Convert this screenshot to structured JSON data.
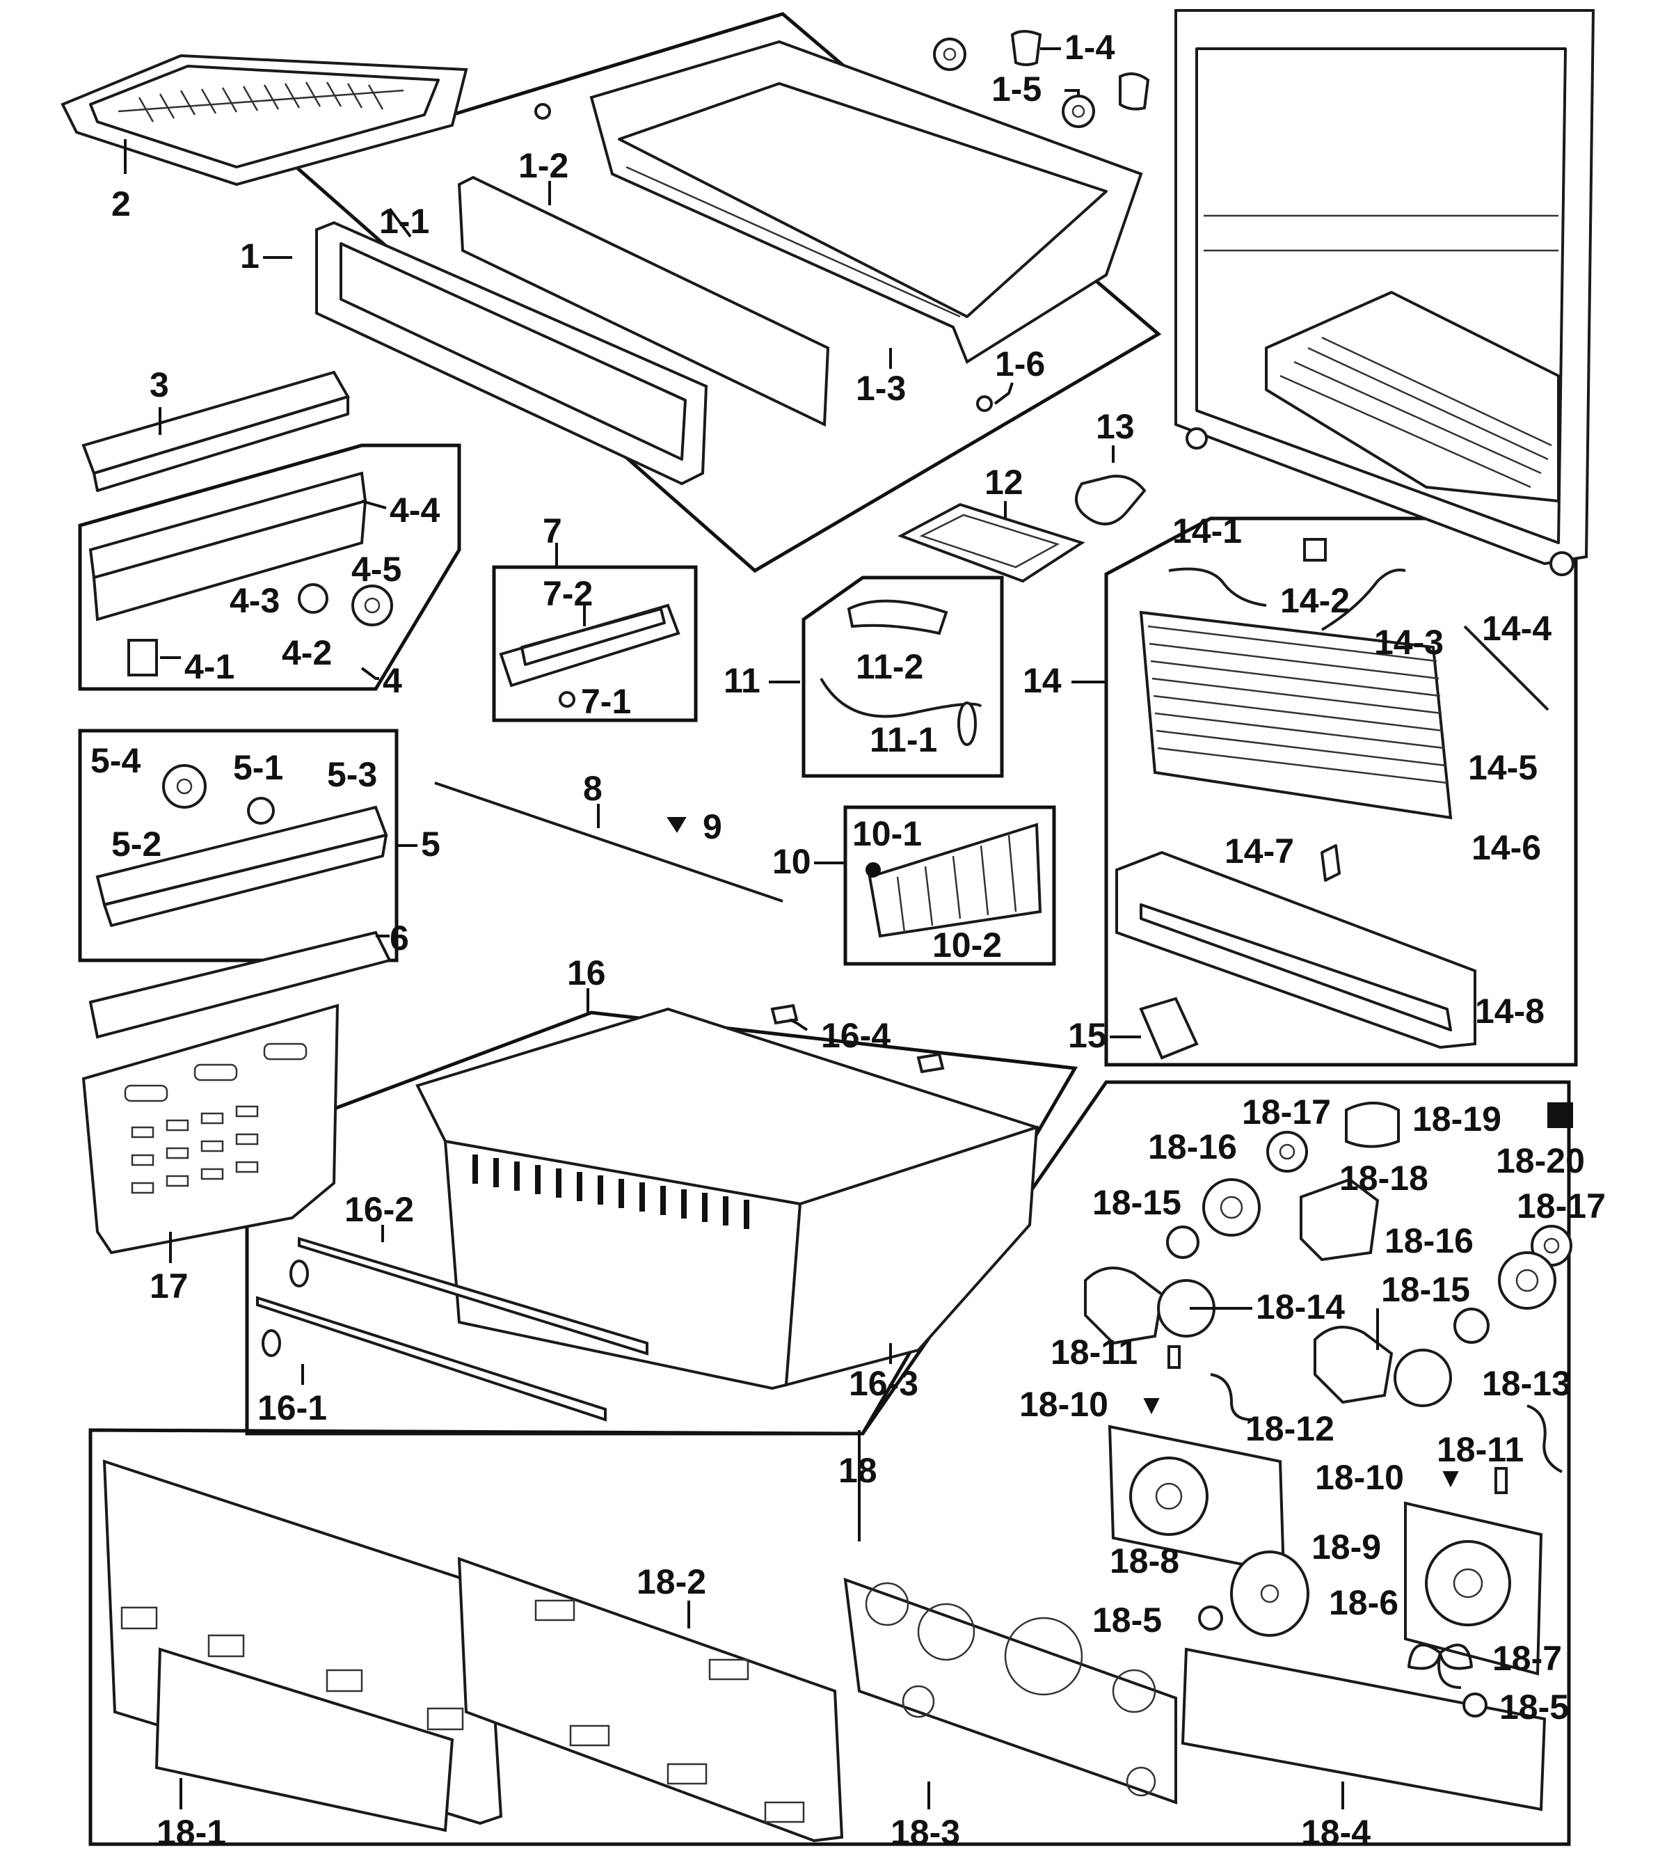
{
  "labels": [
    {
      "id": "2",
      "text": "2"
    },
    {
      "id": "1",
      "text": "1"
    },
    {
      "id": "1-1",
      "text": "1-1"
    },
    {
      "id": "1-2",
      "text": "1-2"
    },
    {
      "id": "1-3",
      "text": "1-3"
    },
    {
      "id": "1-4",
      "text": "1-4"
    },
    {
      "id": "1-5",
      "text": "1-5"
    },
    {
      "id": "1-6",
      "text": "1-6"
    },
    {
      "id": "3",
      "text": "3"
    },
    {
      "id": "4",
      "text": "4"
    },
    {
      "id": "4-1",
      "text": "4-1"
    },
    {
      "id": "4-2",
      "text": "4-2"
    },
    {
      "id": "4-3",
      "text": "4-3"
    },
    {
      "id": "4-4",
      "text": "4-4"
    },
    {
      "id": "4-5",
      "text": "4-5"
    },
    {
      "id": "5",
      "text": "5"
    },
    {
      "id": "5-1",
      "text": "5-1"
    },
    {
      "id": "5-2",
      "text": "5-2"
    },
    {
      "id": "5-3",
      "text": "5-3"
    },
    {
      "id": "5-4",
      "text": "5-4"
    },
    {
      "id": "6",
      "text": "6"
    },
    {
      "id": "7",
      "text": "7"
    },
    {
      "id": "7-1",
      "text": "7-1"
    },
    {
      "id": "7-2",
      "text": "7-2"
    },
    {
      "id": "8",
      "text": "8"
    },
    {
      "id": "9",
      "text": "9"
    },
    {
      "id": "10",
      "text": "10"
    },
    {
      "id": "10-1",
      "text": "10-1"
    },
    {
      "id": "10-2",
      "text": "10-2"
    },
    {
      "id": "11",
      "text": "11"
    },
    {
      "id": "11-1",
      "text": "11-1"
    },
    {
      "id": "11-2",
      "text": "11-2"
    },
    {
      "id": "12",
      "text": "12"
    },
    {
      "id": "13",
      "text": "13"
    },
    {
      "id": "14",
      "text": "14"
    },
    {
      "id": "14-1",
      "text": "14-1"
    },
    {
      "id": "14-2",
      "text": "14-2"
    },
    {
      "id": "14-3",
      "text": "14-3"
    },
    {
      "id": "14-4",
      "text": "14-4"
    },
    {
      "id": "14-5",
      "text": "14-5"
    },
    {
      "id": "14-6",
      "text": "14-6"
    },
    {
      "id": "14-7",
      "text": "14-7"
    },
    {
      "id": "14-8",
      "text": "14-8"
    },
    {
      "id": "15",
      "text": "15"
    },
    {
      "id": "16",
      "text": "16"
    },
    {
      "id": "16-1",
      "text": "16-1"
    },
    {
      "id": "16-2",
      "text": "16-2"
    },
    {
      "id": "16-3",
      "text": "16-3"
    },
    {
      "id": "16-4",
      "text": "16-4"
    },
    {
      "id": "17",
      "text": "17"
    },
    {
      "id": "18",
      "text": "18"
    },
    {
      "id": "18-1",
      "text": "18-1"
    },
    {
      "id": "18-2",
      "text": "18-2"
    },
    {
      "id": "18-3",
      "text": "18-3"
    },
    {
      "id": "18-4",
      "text": "18-4"
    },
    {
      "id": "18-5a",
      "text": "18-5"
    },
    {
      "id": "18-5b",
      "text": "18-5"
    },
    {
      "id": "18-6",
      "text": "18-6"
    },
    {
      "id": "18-7",
      "text": "18-7"
    },
    {
      "id": "18-8",
      "text": "18-8"
    },
    {
      "id": "18-9",
      "text": "18-9"
    },
    {
      "id": "18-10a",
      "text": "18-10"
    },
    {
      "id": "18-10b",
      "text": "18-10"
    },
    {
      "id": "18-11a",
      "text": "18-11"
    },
    {
      "id": "18-11b",
      "text": "18-11"
    },
    {
      "id": "18-12",
      "text": "18-12"
    },
    {
      "id": "18-13",
      "text": "18-13"
    },
    {
      "id": "18-14",
      "text": "18-14"
    },
    {
      "id": "18-15a",
      "text": "18-15"
    },
    {
      "id": "18-15b",
      "text": "18-15"
    },
    {
      "id": "18-16a",
      "text": "18-16"
    },
    {
      "id": "18-16b",
      "text": "18-16"
    },
    {
      "id": "18-17a",
      "text": "18-17"
    },
    {
      "id": "18-17b",
      "text": "18-17"
    },
    {
      "id": "18-18",
      "text": "18-18"
    },
    {
      "id": "18-19",
      "text": "18-19"
    },
    {
      "id": "18-20",
      "text": "18-20"
    }
  ]
}
